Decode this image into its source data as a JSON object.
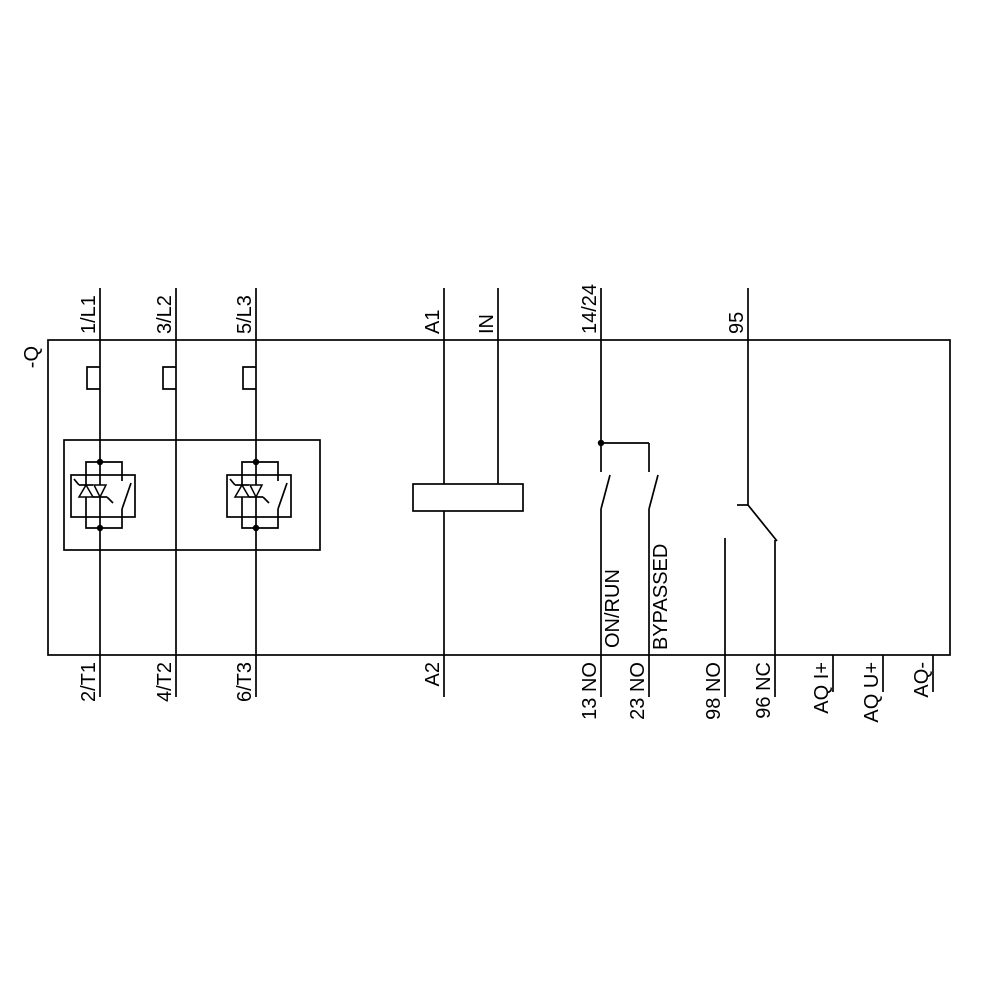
{
  "device": {
    "designation": "-Q"
  },
  "terminals": {
    "top": [
      {
        "label": "1/L1"
      },
      {
        "label": "3/L2"
      },
      {
        "label": "5/L3"
      },
      {
        "label": "A1"
      },
      {
        "label": "IN"
      },
      {
        "label": "14/24"
      },
      {
        "label": "95"
      }
    ],
    "bottom": [
      {
        "label": "2/T1"
      },
      {
        "label": "4/T2"
      },
      {
        "label": "6/T3"
      },
      {
        "label": "A2"
      },
      {
        "label": "13 NO"
      },
      {
        "label": "23 NO"
      },
      {
        "label": "98 NO"
      },
      {
        "label": "96 NC"
      },
      {
        "label": "AQ I+"
      },
      {
        "label": "AQ U+"
      },
      {
        "label": "AQ-"
      }
    ]
  },
  "annotations": {
    "on_run": "ON/RUN",
    "bypassed": "BYPASSED"
  },
  "colors": {
    "line": "#000000",
    "background": "#ffffff"
  }
}
